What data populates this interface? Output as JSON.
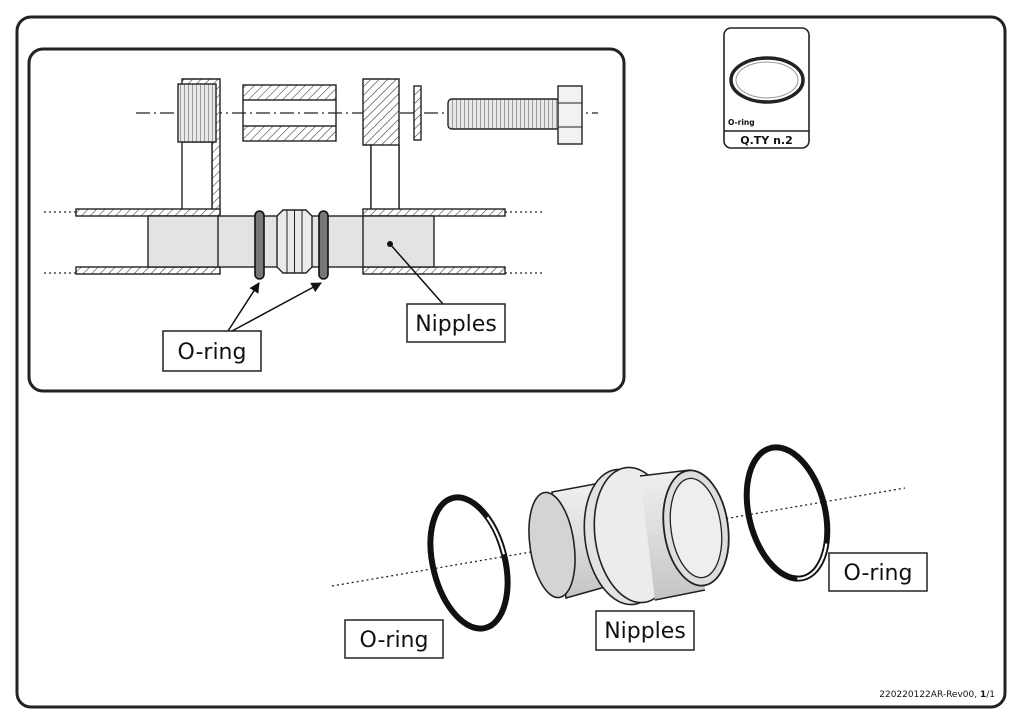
{
  "qty_card": {
    "part_name": "O-ring",
    "quantity": "Q.TY n.2"
  },
  "detail_view": {
    "oring_label": "O-ring",
    "nipples_label": "Nipples"
  },
  "exploded_view": {
    "oring_left_label": "O-ring",
    "oring_right_label": "O-ring",
    "nipples_label": "Nipples"
  },
  "footer": {
    "doc_code": "220220122AR-Rev00, ",
    "page": "1",
    "page_total": "/1"
  }
}
